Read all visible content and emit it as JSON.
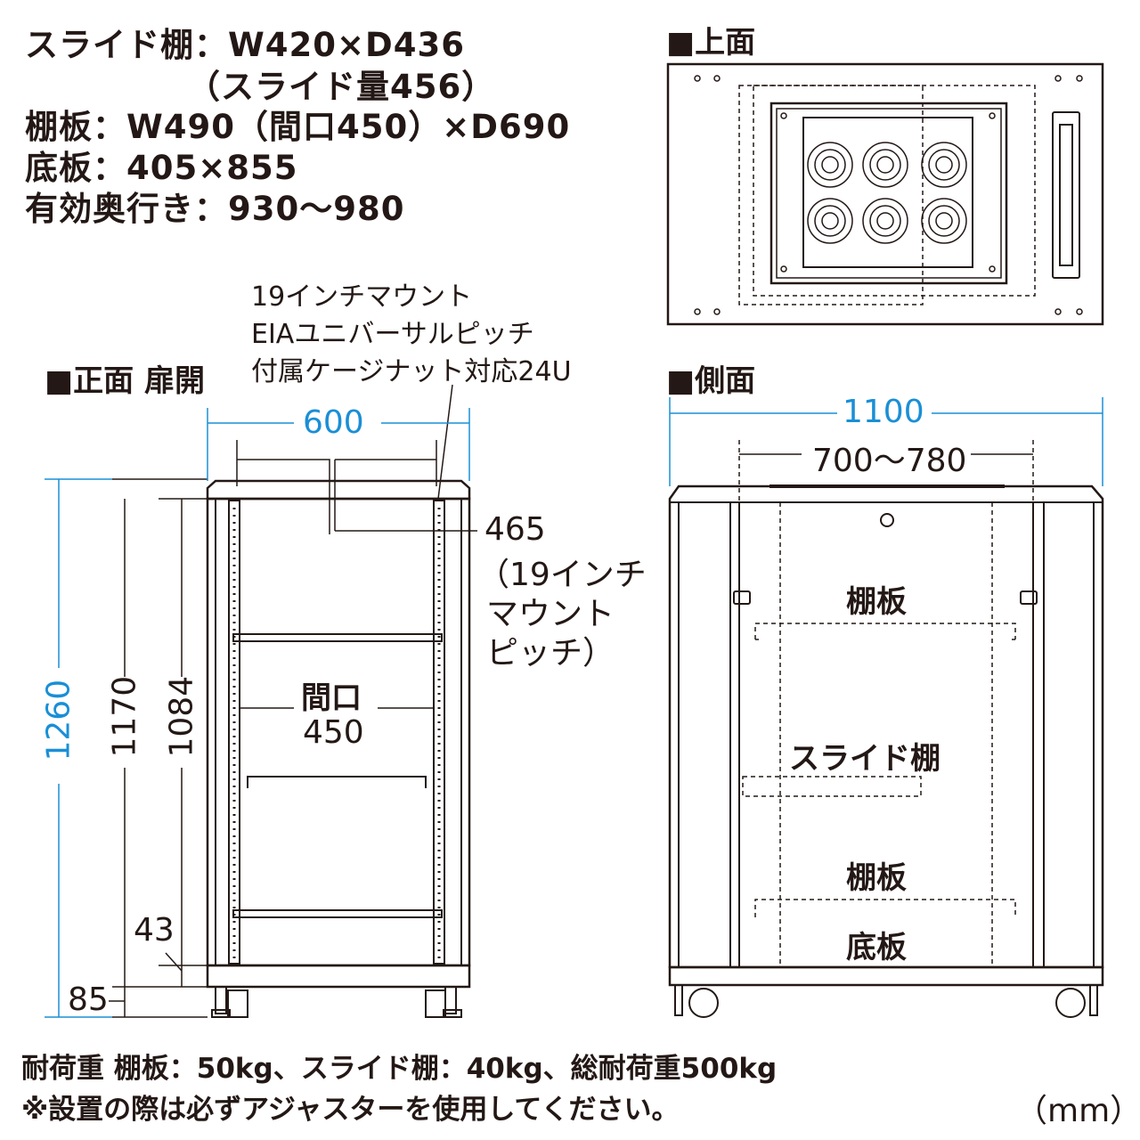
{
  "specs": {
    "line1": "スライド棚：W420×D436",
    "line2": "（スライド量456）",
    "line3": "棚板：W490（間口450）×D690",
    "line4": "底板：405×855",
    "line5": "有効奥行き：930〜980"
  },
  "views": {
    "top": "■上面",
    "front": "■正面 扉開",
    "side": "■側面"
  },
  "mount_note": {
    "line1": "19インチマウント",
    "line2": "EIAユニバーサルピッチ",
    "line3": "付属ケージナット対応24U"
  },
  "front_dims": {
    "width": "600",
    "total_height": "1260",
    "body_height": "1170",
    "inner_height": "1084",
    "offset_43": "43",
    "offset_85": "85",
    "pitch_465": "465",
    "pitch_note1": "（19インチ",
    "pitch_note2": "マウント",
    "pitch_note3": "ピッチ）",
    "opening_label": "間口",
    "opening_value": "450"
  },
  "side_dims": {
    "depth": "1100",
    "adjust_range": "700〜780",
    "shelf_top": "棚板",
    "slide_shelf": "スライド棚",
    "shelf_bottom": "棚板",
    "bottom_plate": "底板"
  },
  "footer": {
    "load": "耐荷重 棚板：50kg、スライド棚：40kg、総耐荷重500kg",
    "caution": "※設置の際は必ずアジャスターを使用してください。",
    "unit": "（mm）"
  },
  "colors": {
    "dimension": "#1a8fd6",
    "line": "#231815"
  }
}
